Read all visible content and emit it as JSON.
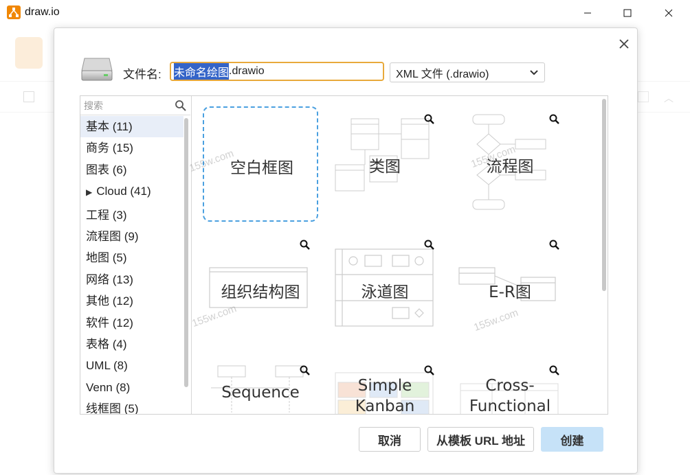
{
  "window": {
    "title": "draw.io"
  },
  "dialog": {
    "filename_label": "文件名:",
    "filename_selected": "未命名绘图",
    "filename_extension": ".drawio",
    "filetype_value": "XML 文件 (.drawio)",
    "search_placeholder": "搜索"
  },
  "categories": [
    {
      "label": "基本 (11)"
    },
    {
      "label": "商务 (15)"
    },
    {
      "label": "图表 (6)"
    },
    {
      "label": "Cloud (41)",
      "expandable": true
    },
    {
      "label": "工程 (3)"
    },
    {
      "label": "流程图 (9)"
    },
    {
      "label": "地图 (5)"
    },
    {
      "label": "网络 (13)"
    },
    {
      "label": "其他 (12)"
    },
    {
      "label": "软件 (12)"
    },
    {
      "label": "表格 (4)"
    },
    {
      "label": "UML (8)"
    },
    {
      "label": "Venn (8)"
    },
    {
      "label": "线框图 (5)"
    }
  ],
  "templates": [
    {
      "label": "空白框图"
    },
    {
      "label": "类图"
    },
    {
      "label": "流程图"
    },
    {
      "label": "组织结构图"
    },
    {
      "label": "泳道图"
    },
    {
      "label": "E-R图"
    },
    {
      "label": "Sequence"
    },
    {
      "label": "Simple",
      "label2": "Kanban"
    },
    {
      "label": "Cross-",
      "label2": "Functional"
    }
  ],
  "watermark_text": "155w.com",
  "buttons": {
    "cancel": "取消",
    "from_url": "从模板 URL 地址",
    "create": "创建"
  },
  "colors": {
    "accent": "#f08705",
    "selection": "#3464c8",
    "create_button": "#c6e2f8",
    "blank_border": "#4aa0e0"
  }
}
